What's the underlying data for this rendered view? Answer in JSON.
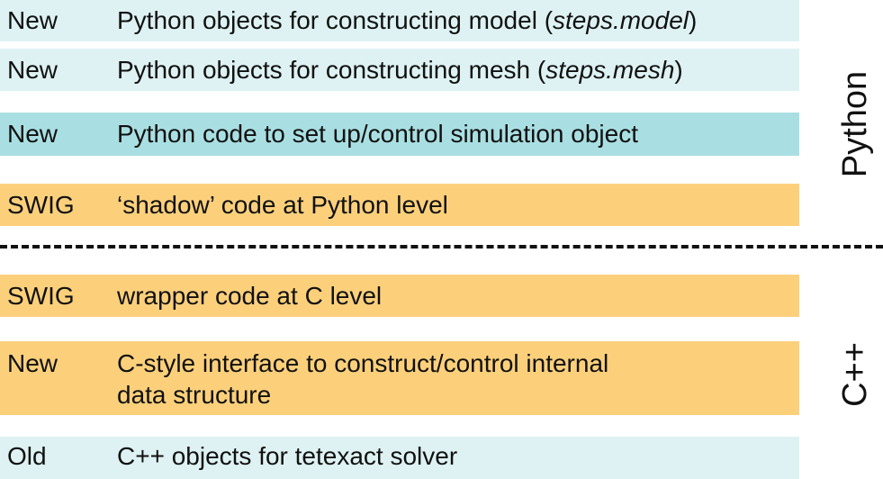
{
  "rows": [
    {
      "tag": "New",
      "text_pre": "Python objects for constructing model (",
      "text_em": "steps.model",
      "text_post": ")"
    },
    {
      "tag": "New",
      "text_pre": "Python objects for constructing mesh (",
      "text_em": "steps.mesh",
      "text_post": ")"
    },
    {
      "tag": "New",
      "text": "Python code to set up/control simulation object"
    },
    {
      "tag": "SWIG",
      "text": "‘shadow’ code at Python level"
    },
    {
      "tag": "SWIG",
      "text": "wrapper code at C level"
    },
    {
      "tag": "New",
      "text_line1": "C-style interface to construct/control internal",
      "text_line2": "data structure"
    },
    {
      "tag": "Old",
      "text": "C++ objects for tetexact solver"
    }
  ],
  "side_labels": {
    "upper": "Python",
    "lower": "C++"
  },
  "colors": {
    "light_teal": "#def2f3",
    "mid_teal": "#a9dfe2",
    "orange": "#fcd07b"
  }
}
